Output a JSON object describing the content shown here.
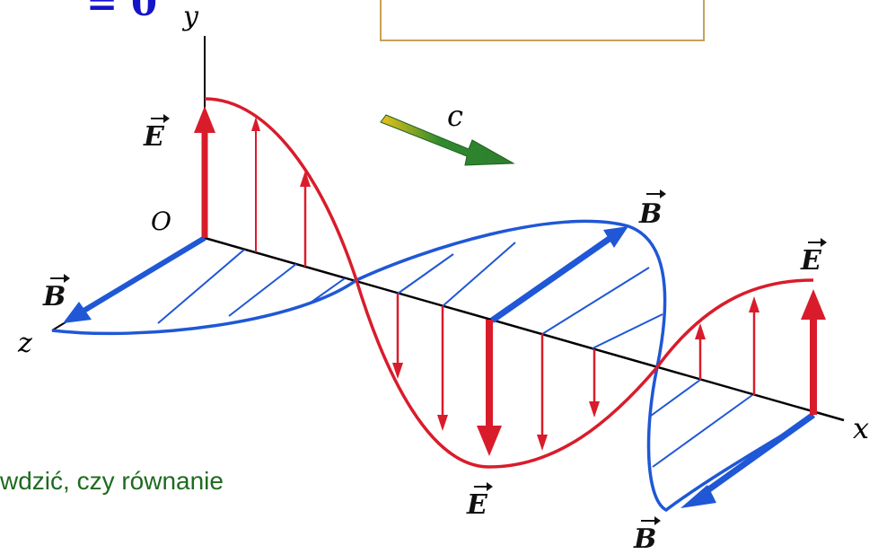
{
  "partial_equation_glyph": "= 0",
  "partial_caption": "wdzić, czy równanie",
  "axes": {
    "x": "x",
    "y": "y",
    "z": "z",
    "origin": "O"
  },
  "labels": {
    "E": "E",
    "B": "B",
    "c": "c"
  },
  "colors": {
    "e_field": "#d91c2b",
    "b_field": "#1f57d6",
    "axis": "#000000",
    "propagation_arrow": "#2f8a2f",
    "caption": "#1e6b1e",
    "equation": "#1414c8",
    "box_border": "#c8a15a"
  }
}
